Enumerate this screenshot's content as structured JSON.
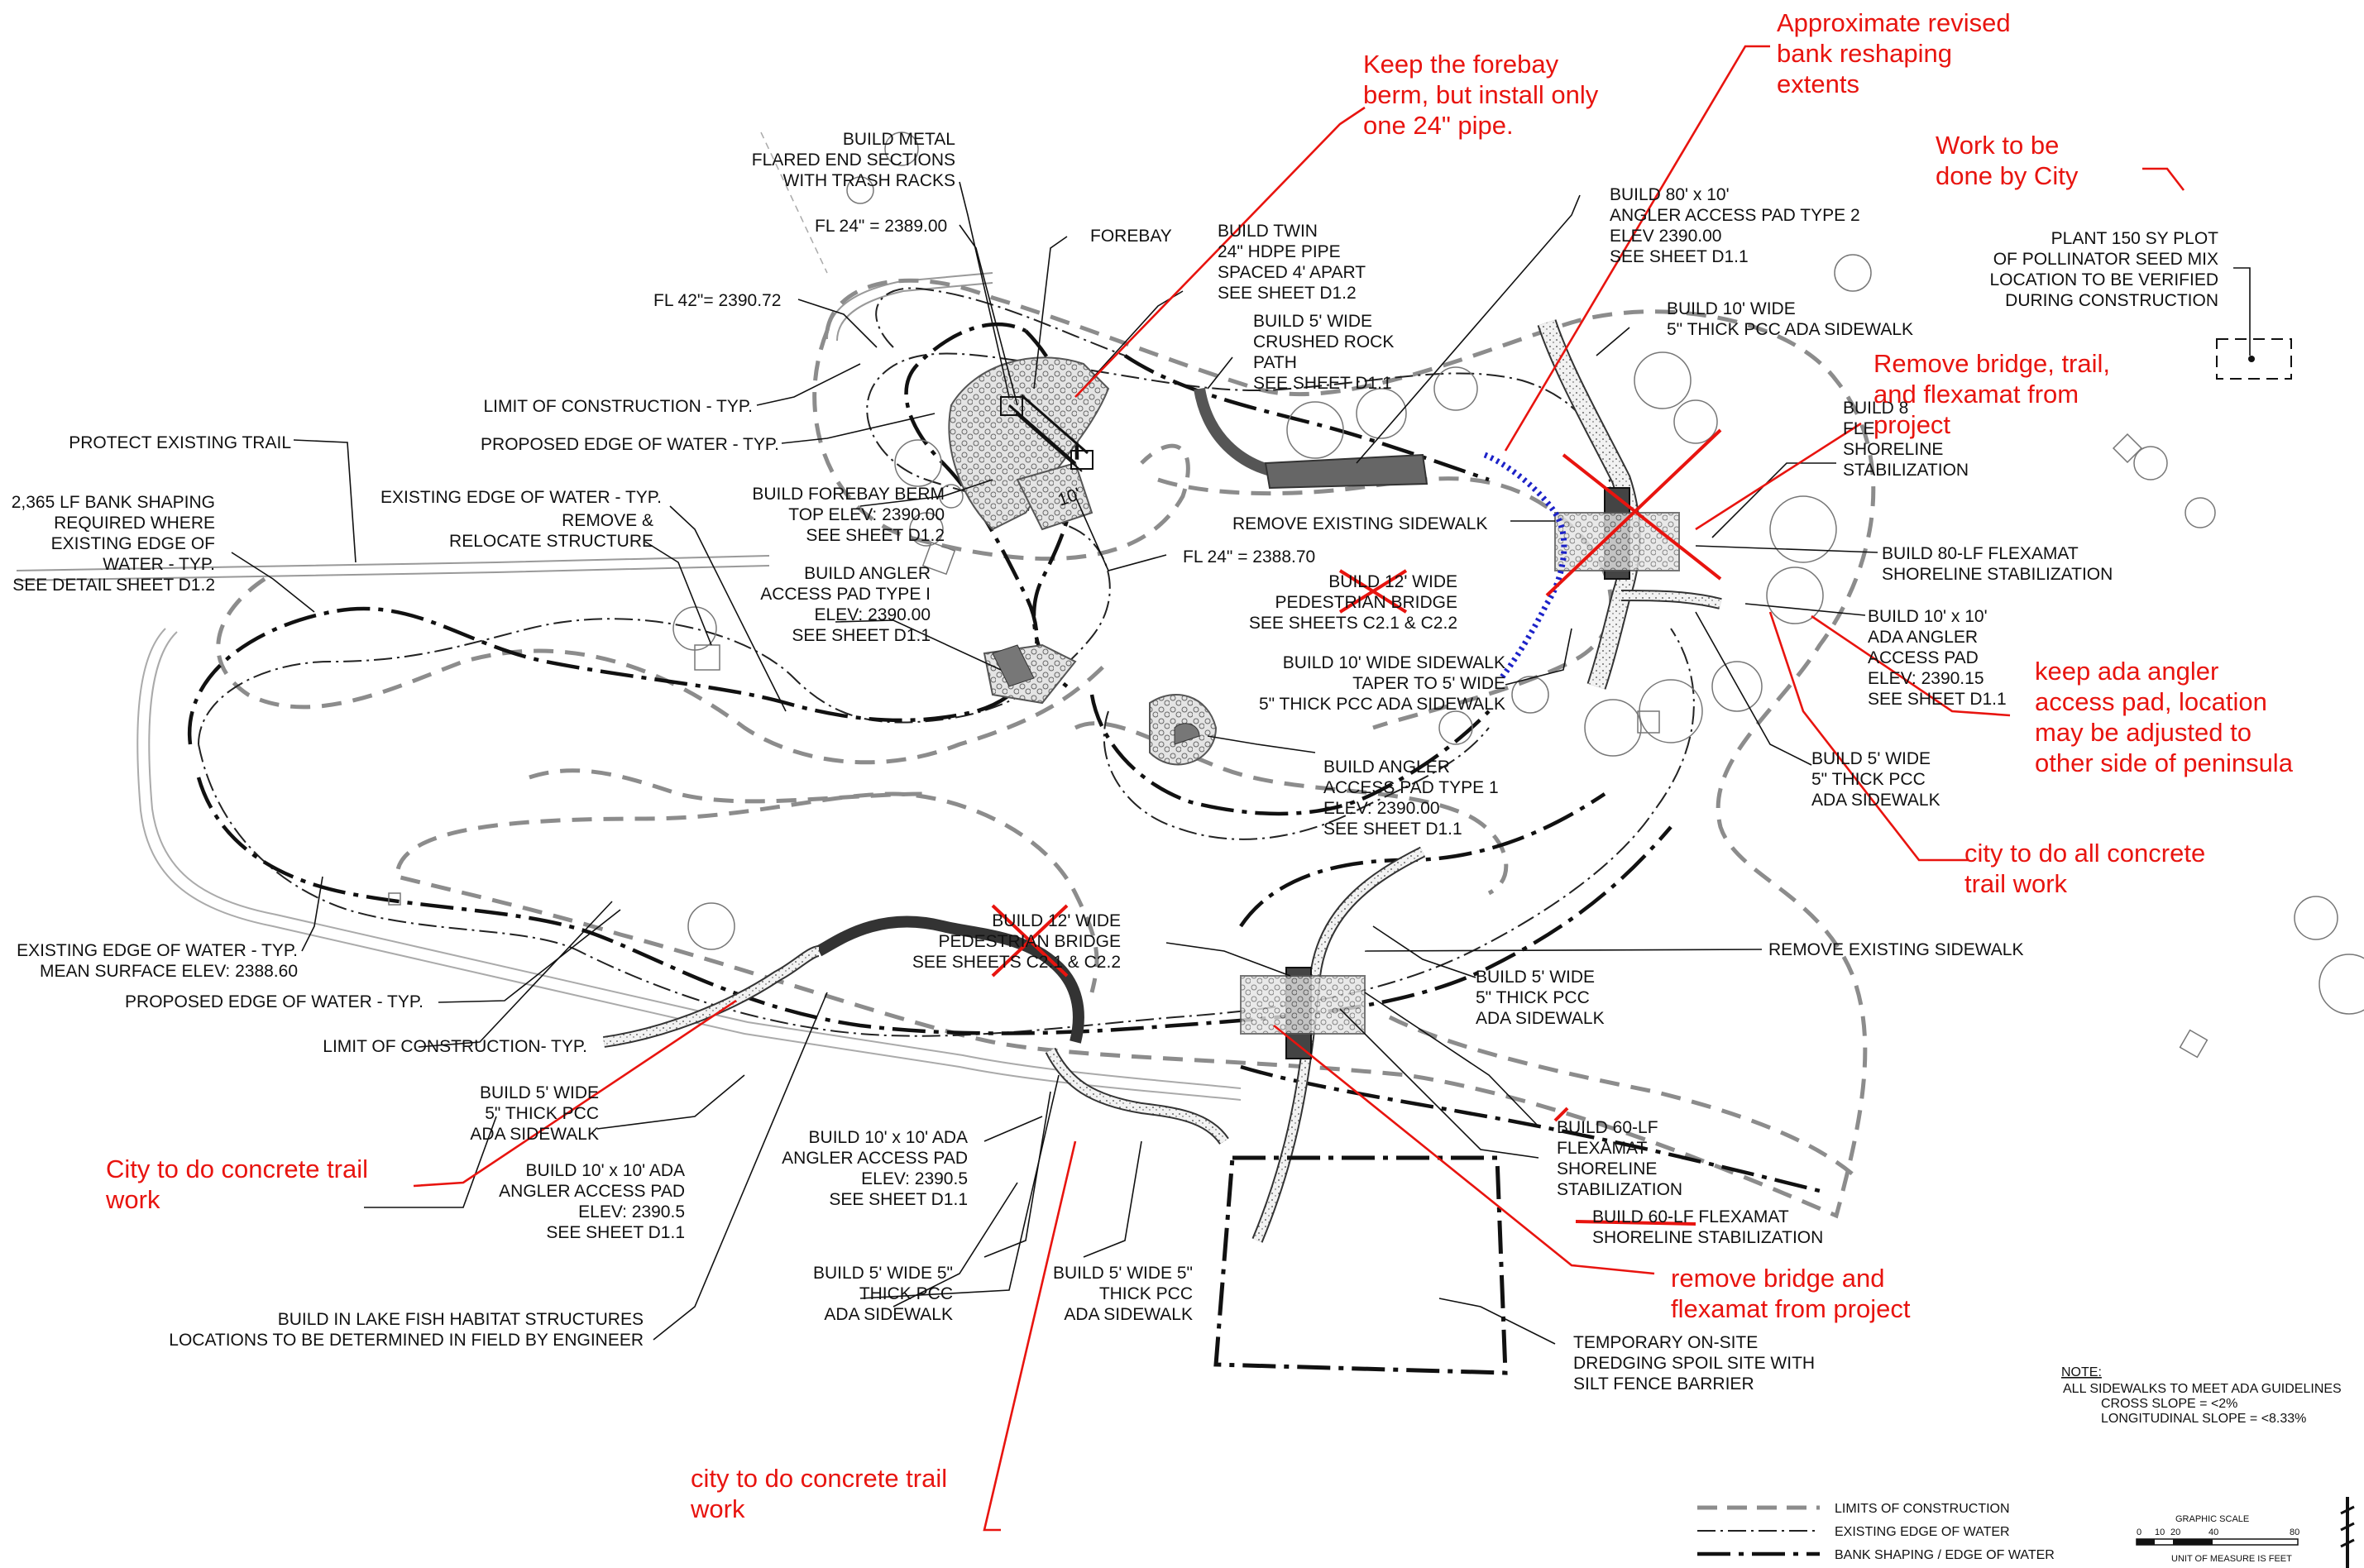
{
  "labels": {
    "build_metal": [
      "BUILD METAL",
      "FLARED END SECTIONS",
      "WITH TRASH RACKS"
    ],
    "fl24_top": "FL 24\" = 2389.00",
    "fl42": "FL 42\"= 2390.72",
    "forebay": "FOREBAY",
    "build_twin": [
      "BUILD TWIN",
      "24\" HDPE PIPE",
      "SPACED 4' APART",
      "SEE SHEET D1.2"
    ],
    "crushed_rock": [
      "BUILD 5' WIDE",
      "CRUSHED ROCK",
      "PATH",
      "SEE SHEET D1.1"
    ],
    "build_80x10": [
      "BUILD 80' x 10'",
      "ANGLER ACCESS PAD TYPE 2",
      "ELEV 2390.00",
      "SEE SHEET D1.1"
    ],
    "build_10_sidewalk": [
      "BUILD 10' WIDE",
      "5\" THICK PCC ADA SIDEWALK"
    ],
    "plant_150": [
      "PLANT 150 SY PLOT",
      "OF POLLINATOR SEED MIX",
      "LOCATION TO BE VERIFIED",
      "DURING CONSTRUCTION"
    ],
    "limit_construction": "LIMIT OF CONSTRUCTION - TYP.",
    "proposed_edge": "PROPOSED EDGE OF WATER - TYP.",
    "protect_trail": "PROTECT EXISTING TRAIL",
    "bank_shaping": [
      "2,365 LF BANK SHAPING",
      "REQUIRED WHERE",
      "EXISTING EDGE OF",
      "WATER - TYP.",
      "SEE DETAIL SHEET D1.2"
    ],
    "existing_edge": "EXISTING EDGE OF WATER - TYP.",
    "remove_relocate": [
      "REMOVE &",
      "RELOCATE STRUCTURE"
    ],
    "forebay_berm": [
      "BUILD FOREBAY BERM",
      "TOP ELEV: 2390.00",
      "SEE SHEET D1.2"
    ],
    "remove_sidewalk_top": "REMOVE EXISTING SIDEWALK",
    "shoreline_top": [
      "BUILD 8",
      "FLE",
      "SHORELINE",
      "STABILIZATION"
    ],
    "flexamat_80": [
      "BUILD 80-LF FLEXAMAT",
      "SHORELINE STABILIZATION"
    ],
    "fl24_mid": "FL 24\" = 2388.70",
    "angler_type1_left": [
      "BUILD ANGLER",
      "ACCESS PAD TYPE I",
      "ELEV: 2390.00",
      "SEE SHEET D1.1"
    ],
    "bridge_top": [
      "BUILD 12' WIDE",
      "PEDESTRIAN BRIDGE",
      "SEE SHEETS C2.1 & C2.2"
    ],
    "ada_pad_right": [
      "BUILD 10' x 10'",
      "ADA ANGLER",
      "ACCESS PAD",
      "ELEV: 2390.15",
      "SEE SHEET D1.1"
    ],
    "taper_sidewalk": [
      "BUILD 10' WIDE SIDEWALK",
      "TAPER TO 5' WIDE",
      "5\" THICK PCC ADA SIDEWALK"
    ],
    "angler_type1_mid": [
      "BUILD ANGLER",
      "ACCESS PAD TYPE 1",
      "ELEV:  2390.00",
      "SEE SHEET D1.1"
    ],
    "sidewalk_5_right": [
      "BUILD 5' WIDE",
      "5\" THICK PCC",
      "ADA SIDEWALK"
    ],
    "existing_edge_mean": [
      "EXISTING EDGE OF WATER - TYP.",
      "MEAN SURFACE ELEV: 2388.60"
    ],
    "bridge_bottom": [
      "BUILD 12' WIDE",
      "PEDESTRIAN BRIDGE",
      "SEE SHEETS C2.1 & C2.2"
    ],
    "remove_sidewalk_mid": "REMOVE EXISTING SIDEWALK",
    "proposed_edge_low": "PROPOSED EDGE OF WATER - TYP.",
    "sidewalk_5_mid": [
      "BUILD 5' WIDE",
      "5\" THICK PCC",
      "ADA SIDEWALK"
    ],
    "limit_construction_low": "LIMIT OF CONSTRUCTION- TYP.",
    "sidewalk_5_left": [
      "BUILD 5' WIDE",
      "5\" THICK PCC",
      "ADA SIDEWALK"
    ],
    "ada_pad_mid": [
      "BUILD 10' x 10' ADA",
      "ANGLER  ACCESS PAD",
      "ELEV: 2390.5",
      "SEE SHEET D1.1"
    ],
    "flexamat_60a": [
      "BUILD 60-LF",
      "FLEXAMAT",
      "SHORELINE",
      "STABILIZATION"
    ],
    "ada_pad_left": [
      "BUILD 10' x 10' ADA",
      "ANGLER ACCESS PAD",
      "ELEV: 2390.5",
      "SEE SHEET D1.1"
    ],
    "flexamat_60b": [
      "BUILD 60-LF FLEXAMAT",
      "SHORELINE STABILIZATION"
    ],
    "sidewalk_5_5a": [
      "BUILD 5' WIDE 5\"",
      "THICK PCC",
      "ADA SIDEWALK"
    ],
    "sidewalk_5_5b": [
      "BUILD 5' WIDE 5\"",
      "THICK PCC",
      "ADA SIDEWALK"
    ],
    "fish_habitat": [
      "BUILD IN LAKE FISH HABITAT STRUCTURES",
      "LOCATIONS TO BE DETERMINED IN FIELD BY ENGINEER"
    ],
    "spoil_site": [
      "TEMPORARY ON-SITE",
      "DREDGING SPOIL SITE WITH",
      "SILT FENCE BARRIER"
    ],
    "pipe_dim": "10'"
  },
  "annotations": {
    "forebay_berm": [
      "Keep the forebay",
      "berm, but install only",
      "one 24\" pipe."
    ],
    "bank_reshaping": [
      "Approximate revised",
      "bank reshaping",
      "extents"
    ],
    "work_city": [
      "Work to be",
      "done by City"
    ],
    "remove_bridge_trail": [
      "Remove bridge, trail,",
      "and flexamat from",
      "project"
    ],
    "keep_ada": [
      "keep ada angler",
      "access pad, location",
      "may be adjusted to",
      "other side of peninsula"
    ],
    "city_all_concrete": [
      "city to do all concrete",
      "trail work"
    ],
    "city_concrete_left": [
      "City to do concrete trail",
      "work"
    ],
    "remove_bridge_flex": [
      "remove bridge and",
      "flexamat from project"
    ],
    "city_concrete_bottom": [
      "city to do concrete trail",
      "work"
    ]
  },
  "note": {
    "title": "NOTE:",
    "lines": [
      "ALL SIDEWALKS TO MEET ADA GUIDELINES",
      "CROSS SLOPE = <2%",
      "LONGITUDINAL SLOPE = <8.33%"
    ]
  },
  "legend": {
    "items": [
      "LIMITS OF CONSTRUCTION",
      "EXISTING EDGE OF WATER",
      "BANK SHAPING / EDGE OF WATER"
    ]
  },
  "scale": {
    "title": "GRAPHIC SCALE",
    "ticks": [
      "0",
      "10",
      "20",
      "40",
      "80"
    ],
    "unit": "UNIT OF MEASURE IS FEET"
  },
  "colors": {
    "markup": "#e8140f",
    "revised_extent": "#1c22c8",
    "linework": "#111111",
    "limits": "#8c8c8c"
  }
}
